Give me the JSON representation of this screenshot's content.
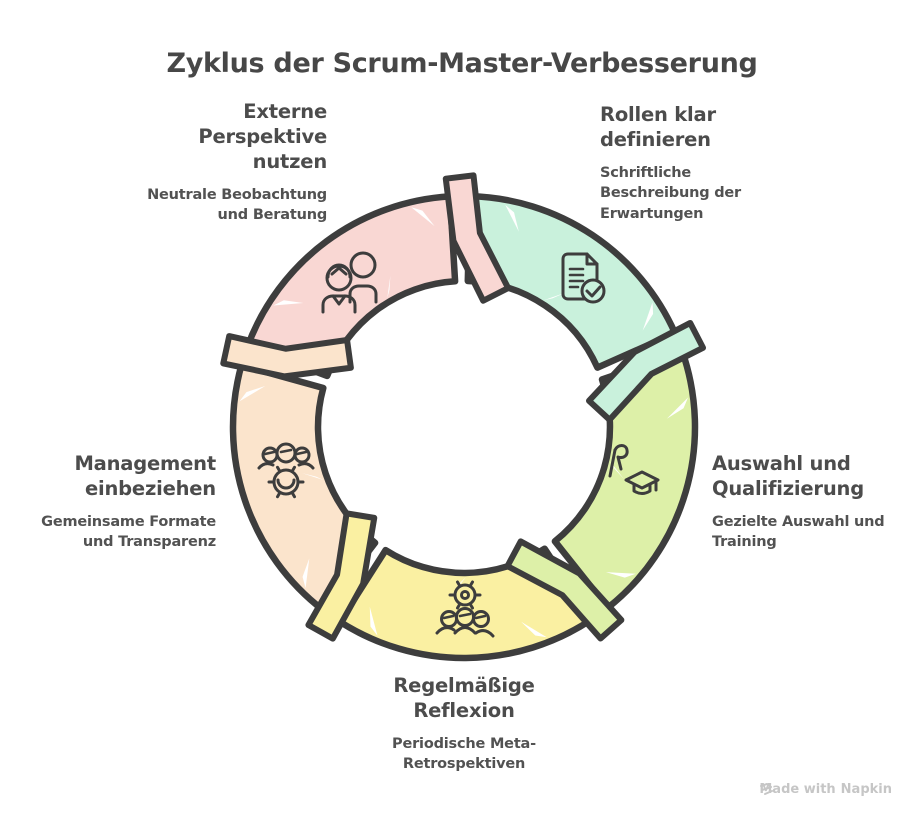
{
  "title": "Zyklus der Scrum-Master-Verbesserung",
  "diagram_type": "cycle",
  "segments": [
    {
      "id": "externe-perspektive-nutzen",
      "heading": "Externe\nPerspektive\nnutzen",
      "description": "Neutrale Beobachtung\nund Beratung",
      "color": "#f9d7d3",
      "icon": "people-pair-icon",
      "position": "top-left"
    },
    {
      "id": "rollen-klar-definieren",
      "heading": "Rollen klar\ndefinieren",
      "description": "Schriftliche\nBeschreibung der\nErwartungen",
      "color": "#c9f1dc",
      "icon": "document-check-icon",
      "position": "top-right"
    },
    {
      "id": "auswahl-und-qualifizierung",
      "heading": "Auswahl und\nQualifizierung",
      "description": "Gezielte Auswahl und\nTraining",
      "color": "#ddf0a8",
      "icon": "flag-graduation-cap-icon",
      "position": "right"
    },
    {
      "id": "regelmaessige-reflexion",
      "heading": "Regelmäßige\nReflexion",
      "description": "Periodische Meta-\nRetrospektiven",
      "color": "#faf0a2",
      "icon": "gear-team-icon",
      "position": "bottom"
    },
    {
      "id": "management-einbeziehen",
      "heading": "Management\neinbeziehen",
      "description": "Gemeinsame Formate\nund Transparenz",
      "color": "#fbe4cc",
      "icon": "team-gear-icon",
      "position": "left"
    }
  ],
  "colors": {
    "outline": "#3d3d3d",
    "title_text": "#474747",
    "heading_text": "#4c4c4c",
    "body_text": "#525252",
    "background": "#ffffff",
    "watermark_text": "#c6c6c6"
  },
  "watermark": {
    "text": "Made with",
    "brand": "Napkin"
  }
}
